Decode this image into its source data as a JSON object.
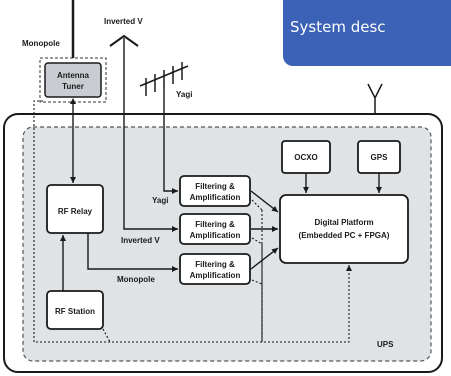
{
  "banner": {
    "title": "System desc"
  },
  "antennas": {
    "monopole": "Monopole",
    "inverted_v": "Inverted V",
    "yagi": "Yagi"
  },
  "blocks": {
    "antenna_tuner": [
      "Antenna",
      "Tuner"
    ],
    "rf_relay": "RF Relay",
    "rf_station": "RF Station",
    "filter_1": [
      "Filtering &",
      "Amplification"
    ],
    "filter_2": [
      "Filtering &",
      "Amplification"
    ],
    "filter_3": [
      "Filtering &",
      "Amplification"
    ],
    "ocxo": "OCXO",
    "gps": "GPS",
    "digital_platform": [
      "Digital Platform",
      "(Embedded PC + FPGA)"
    ],
    "ups": "UPS"
  },
  "line_labels": {
    "yagi": "Yagi",
    "inverted_v": "Inverted V",
    "monopole": "Monopole"
  },
  "colors": {
    "banner_bg": "#3b62b6",
    "banner_text": "#ffffff",
    "block_fill": "#ffffff",
    "ups_fill": "#dfe3e6",
    "tuner_fill": "#c9cdd1",
    "stroke": "#1a1a1a"
  }
}
